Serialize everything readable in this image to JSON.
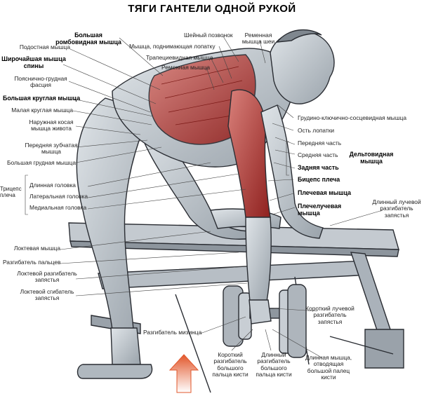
{
  "title": "ТЯГИ ГАНТЕЛИ ОДНОЙ РУКОЙ",
  "labels": {
    "rhomboid_major": "Большая ромбовидная мышца",
    "infraspinatus": "Подостная мышца",
    "latissimus": "Широчайшая мышца спины",
    "thoracolumbar_fascia": "Пояснично-грудная фасция",
    "teres_major": "Большая круглая мышца",
    "teres_minor": "Малая круглая мышца",
    "external_oblique": "Наружная косая мышца живота",
    "serratus_posterior": "Передняя зубчатая мышца",
    "pectoralis_major": "Большая грудная мышца",
    "triceps": "Трицепс плеча",
    "triceps_long": "Длинная головка",
    "triceps_lateral": "Латеральная головка",
    "triceps_medial": "Медиальная головка",
    "anconeus": "Локтевая мышца",
    "extensor_digitorum": "Разгибатель пальцев",
    "extensor_carpi_ulnaris": "Локтевой разгибатель запястья",
    "flexor_carpi_ulnaris": "Локтевой сгибатель запястья",
    "extensor_digiti_minimi": "Разгибатель мизинца",
    "extensor_pollicis_brevis": "Короткий разгибатель большого пальца кисти",
    "extensor_pollicis_longus": "Длинный разгибатель большого пальца кисти",
    "abductor_pollicis_longus": "Длинная мышца, отводящая большой палец кисти",
    "extensor_carpi_radialis_brevis": "Короткий лучевой разгибатель запястья",
    "extensor_carpi_radialis_longus": "Длинный лучевой разгибатель запястья",
    "brachioradialis": "Плечелучевая мышца",
    "brachialis": "Плечевая мышца",
    "biceps": "Бицепс плеча",
    "deltoid": "Дельтовидная мышца",
    "deltoid_posterior": "Задняя часть",
    "deltoid_middle": "Средняя часть",
    "deltoid_anterior": "Передняя часть",
    "scapular_spine": "Ость лопатки",
    "sternocleidomastoid": "Грудино-ключично-сосцевидная мышца",
    "splenius": "Ременная мышца шеи",
    "cervical_vertebra": "Шейный позвонок",
    "levator_scapulae": "Мышца, поднимающая лопатку",
    "trapezius": "Трапециевидная мышца",
    "splenius_capitis": "Ременная мышца"
  },
  "colors": {
    "muscle_active": "#b8322e",
    "muscle_light": "#d9807a",
    "skin": "#c9d0d6",
    "outline": "#2a2d33",
    "arrow": "#e2572b"
  },
  "icons": {
    "direction": "up-arrow-icon"
  }
}
